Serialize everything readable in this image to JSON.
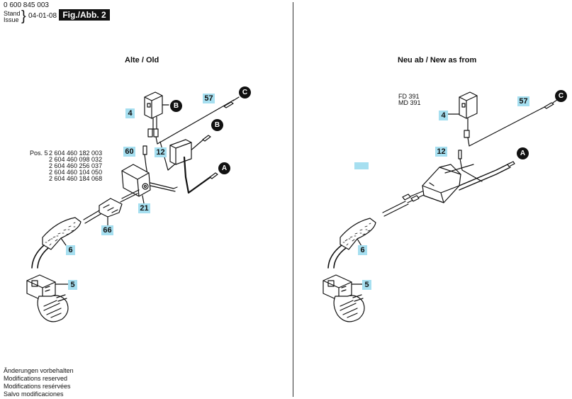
{
  "header": {
    "part_number": "0 600 845 003",
    "stand_label": "Stand",
    "issue_label": "Issue",
    "date": "04-01-08",
    "figure": "Fig./Abb. 2"
  },
  "sections": {
    "old": {
      "title": "Alte / Old"
    },
    "new": {
      "title": "Neu ab / New as from",
      "fd": "FD 391",
      "md": "MD 391"
    }
  },
  "pos_note": {
    "prefix": "Pos. 5",
    "numbers": [
      "2 604 460 182 003",
      "2 604 460 098 032",
      "2 604 460 256 037",
      "2 604 460 104 050",
      "2 604 460 184 068"
    ]
  },
  "old_labels": {
    "l4": "4",
    "l57": "57",
    "l60": "60",
    "l12": "12",
    "l21": "21",
    "l66": "66",
    "l6": "6",
    "l5": "5"
  },
  "new_labels": {
    "l4": "4",
    "l57": "57",
    "l12": "12",
    "l6": "6",
    "l5": "5"
  },
  "callouts": {
    "a": "A",
    "b": "B",
    "c": "C"
  },
  "footer": [
    "Änderungen vorbehalten",
    "Modifications reserved",
    "Modifications resérvées",
    "Salvo modificaciones"
  ]
}
